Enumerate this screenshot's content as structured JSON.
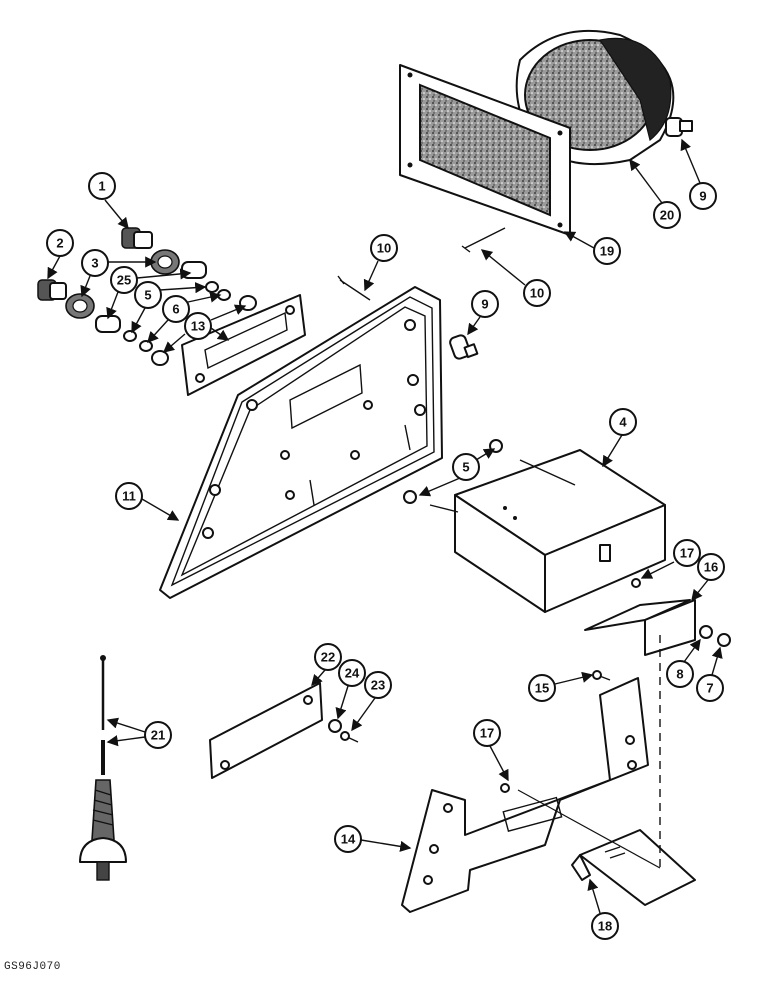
{
  "figure": {
    "reference_code": "GS96J070",
    "callout_labels": [
      "1",
      "2",
      "3",
      "25",
      "5",
      "6",
      "13",
      "10",
      "9",
      "20",
      "19",
      "11",
      "4",
      "17",
      "16",
      "8",
      "7",
      "15",
      "22",
      "24",
      "23",
      "21",
      "14",
      "18"
    ]
  }
}
